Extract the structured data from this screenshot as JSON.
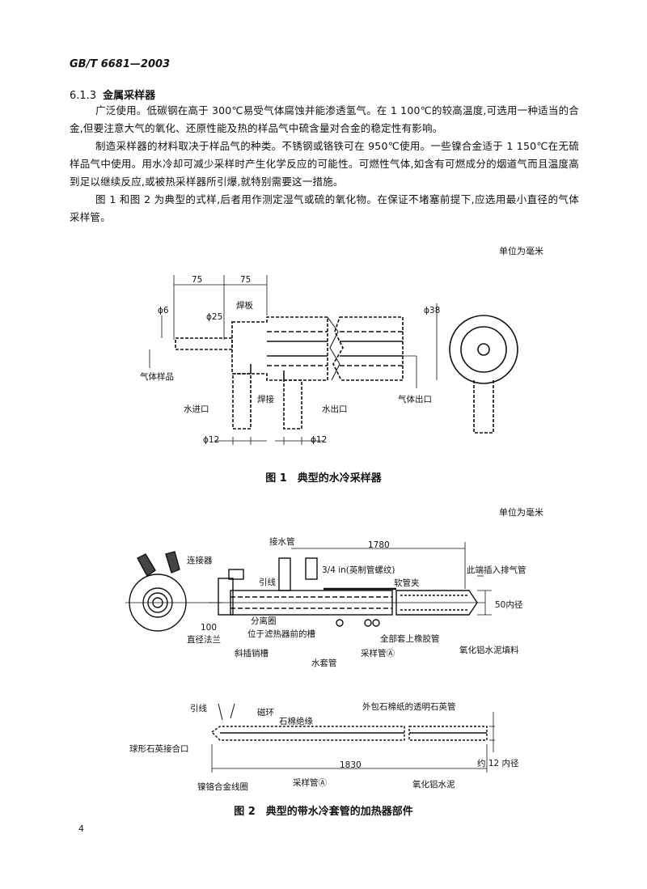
{
  "header": {
    "standard": "GB/T 6681—2003"
  },
  "section": {
    "number": "6.1.3",
    "title": "金属采样器"
  },
  "paragraphs": [
    "广泛使用。低碳钢在高于 300℃易受气体腐蚀并能渗透氢气。在 1 100℃的较高温度,可选用一种适当的合金,但要注意大气的氧化、还原性能及热的样品气中硫含量对合金的稳定性有影响。",
    "制造采样器的材料取决于样品气的种类。不锈钢或铬铁可在 950℃使用。一些镍合金适于 1 150℃在无硫样品气中使用。用水冷却可减少采样时产生化学反应的可能性。可燃性气体,如含有可燃成分的烟道气而且温度高到足以继续反应,或被热采样器所引爆,就特别需要这一措施。",
    "图 1 和图 2 为典型的式样,后者用作测定湿气或硫的氧化物。在保证不堵塞前提下,应选用最小直径的气体采样管。"
  ],
  "figure1": {
    "unit_note": "单位为毫米",
    "caption": "图 1　典型的水冷采样器",
    "labels": {
      "dim75a": "75",
      "dim75b": "75",
      "phi6": "ϕ6",
      "phi25": "ϕ25",
      "phi38": "ϕ38",
      "hanban": "焊板",
      "hanjie": "焊接",
      "gas_sample": "气体样品",
      "water_in": "水进口",
      "water_out": "水出口",
      "gas_out": "气体出口",
      "phi12a": "ϕ12",
      "phi12b": "ϕ12"
    }
  },
  "figure2": {
    "unit_note": "单位为毫米",
    "caption": "图 2　典型的带水冷套管的加热器部件",
    "labels": {
      "water_pipe": "接水管",
      "dim1780": "1780",
      "thread": "3/4 in(英制管螺纹)",
      "connector": "连接器",
      "lead": "引线",
      "hose_clamp": "软管夹",
      "insert_end": "此端插入排气管",
      "inner50": "50内径",
      "sep_ring": "分离圈",
      "groove": "位于滤热器前的槽",
      "flange_dia": "100",
      "flange": "直径法兰",
      "rubber": "全部套上橡胶管",
      "cement": "氧化铝水泥填料",
      "slot": "斜插销槽",
      "sample_tube_a": "采样管Ⓐ",
      "water_jacket": "水套管",
      "lead2": "引线",
      "magnet": "磁环",
      "quartz": "外包石棉纸的透明石英管",
      "asbestos": "石棉绝缘",
      "ball_joint": "球形石英接合口",
      "inner12": "约 12 内径",
      "dim1830": "1830",
      "nickel_ring": "镍铬合金线圈",
      "sample_tube_b": "采样管Ⓐ",
      "cement2": "氧化铝水泥"
    }
  },
  "footer": {
    "page_number": "4"
  }
}
